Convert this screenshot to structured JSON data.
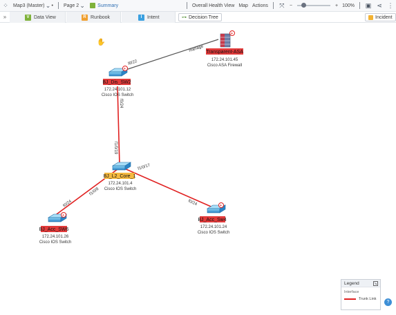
{
  "toolbar": {
    "map_name": "Map3 (Master)",
    "page": "Page 2",
    "summary": "Summary",
    "overall_health": "Overall Health View",
    "map": "Map",
    "actions": "Actions",
    "zoom": "100%",
    "zoom_minus": "−",
    "zoom_plus": "+"
  },
  "tabs": {
    "data_view": "Data View",
    "runbook": "Runbook",
    "intent": "Intent",
    "decision_tree": "Decision Tree",
    "incident": "Incident"
  },
  "colors": {
    "trunk_link": "#e02020",
    "manage_link": "#555555",
    "label_bg": "#e23a3a",
    "core_label_bg": "#f5b941",
    "accent_green": "#7fb23a",
    "runbook_orange": "#f0a030",
    "intent_blue": "#3aa0e0"
  },
  "nodes": {
    "asa": {
      "name": "Transparent-ASA",
      "ip": "172.24.101.45",
      "model": "Cisco ASA Firewall"
    },
    "dis": {
      "name": "BJ_Dis_SW2",
      "ip": "172.24.101.12",
      "model": "Cisco IOS Switch"
    },
    "core": {
      "name": "BJ_L2_Core_1",
      "ip": "172.24.101.4",
      "model": "Cisco IOS Switch"
    },
    "acc6": {
      "name": "BJ_Acc_SW6",
      "ip": "172.24.101.26",
      "model": "Cisco IOS Switch"
    },
    "acc4": {
      "name": "BJ_Acc_Sw4",
      "ip": "172.24.101.24",
      "model": "Cisco IOS Switch"
    }
  },
  "links": {
    "dis_asa_if": "f0/22",
    "dis_asa_type": "manage",
    "dis_if": "f0/24",
    "core_up_if": "f1/0/19",
    "core_r_if": "f1/0/17",
    "core_l_if": "f1/0/8",
    "acc6_if": "f0/24",
    "acc4_if": "f0/24"
  },
  "legend": {
    "title": "Legend",
    "section": "Interface",
    "trunk": "Trunk Link"
  },
  "help": "?"
}
